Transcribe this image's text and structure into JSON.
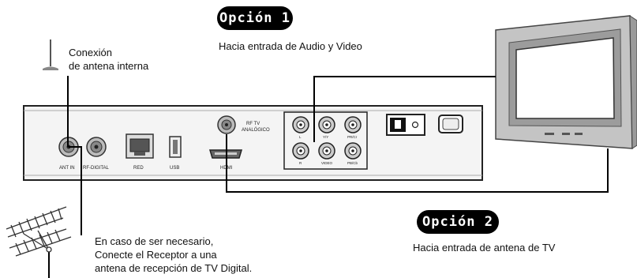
{
  "option1": {
    "badge": "Opción 1",
    "caption": "Hacia entrada de Audio y Video"
  },
  "option2": {
    "badge": "Opción 2",
    "caption": "Hacia entrada de antena de TV"
  },
  "internal_antenna": {
    "line1": "Conexión",
    "line2": "de antena interna"
  },
  "external_antenna_note": {
    "line1": "En caso de ser necesario,",
    "line2": "Conecte el Receptor a una",
    "line3": "antena de recepción de TV Digital."
  },
  "panel_labels": {
    "ant_in": "ANT IN",
    "rf_digital": "RF-DIGITAL",
    "red": "RED",
    "usb": "USB",
    "hdmi": "HDMI",
    "rf_tv_line1": "RF TV",
    "rf_tv_line2": "ANALÓGICO",
    "rca_l": "L",
    "rca_y": "Y/Y",
    "rca_pr": "PR/Cr",
    "rca_r": "R",
    "rca_video": "VIDEO",
    "rca_pb": "PB/Cb"
  },
  "colors": {
    "badge_bg": "#000000",
    "badge_text": "#ffffff",
    "panel": "#f2f2f2",
    "tv_body": "#c9c9c9",
    "cable": "#000000"
  }
}
